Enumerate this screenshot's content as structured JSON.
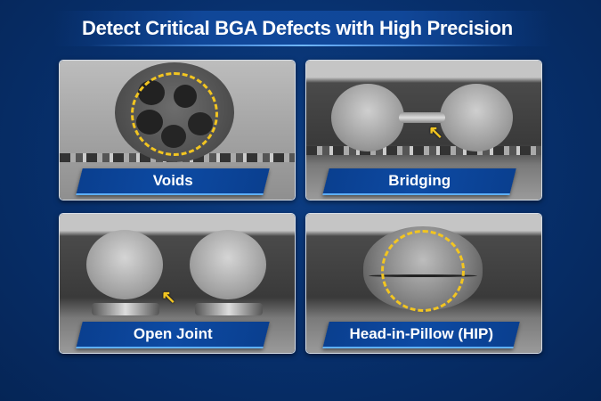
{
  "title": "Detect Critical BGA Defects with High Precision",
  "panels": [
    {
      "label": "Voids",
      "marker": "dashed-circle"
    },
    {
      "label": "Bridging",
      "marker": "arrow"
    },
    {
      "label": "Open Joint",
      "marker": "arrow"
    },
    {
      "label": "Head-in-Pillow (HIP)",
      "marker": "dashed-circle"
    }
  ],
  "colors": {
    "background": "#072f6b",
    "label_bg": "#0d4aa3",
    "highlight": "#f2c521",
    "text": "#ffffff"
  }
}
